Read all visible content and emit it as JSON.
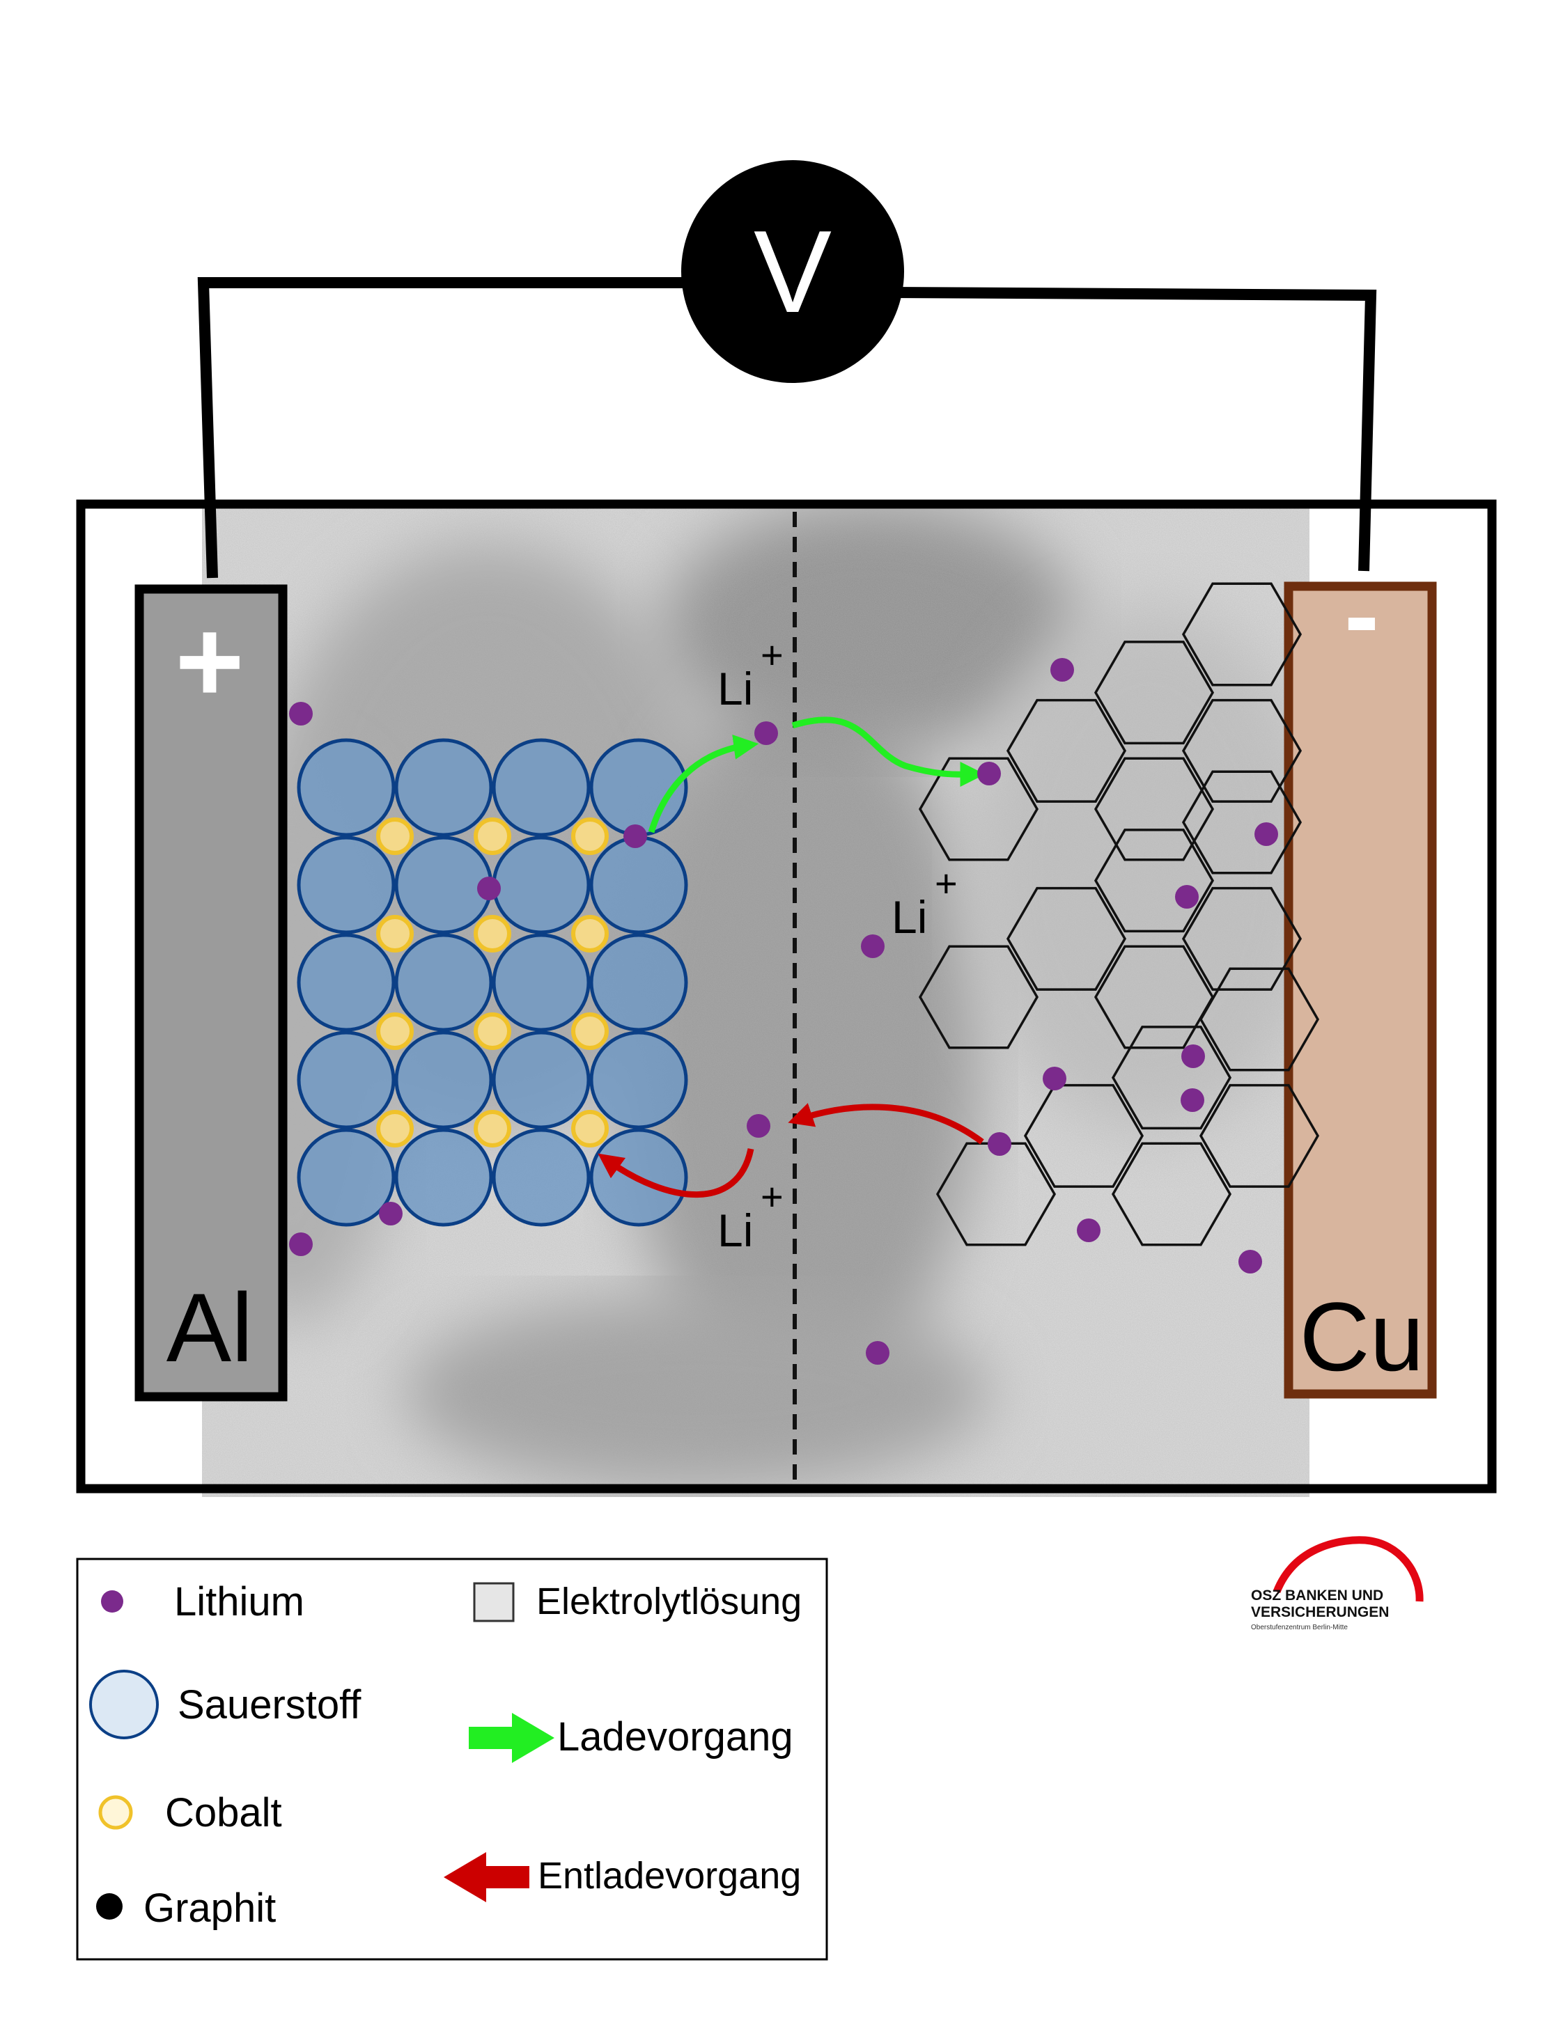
{
  "voltmeter": {
    "symbol": "V"
  },
  "electrodes": {
    "positive": {
      "sign": "+",
      "material": "Al"
    },
    "negative": {
      "sign": "-",
      "material": "Cu"
    }
  },
  "ion_labels": [
    {
      "base": "Li",
      "charge": "+"
    },
    {
      "base": "Li",
      "charge": "+"
    },
    {
      "base": "Li",
      "charge": "+"
    }
  ],
  "legend": {
    "items": [
      {
        "label": "Lithium",
        "symbol": "lithium-dot"
      },
      {
        "label": "Sauerstoff",
        "symbol": "oxygen-circle"
      },
      {
        "label": "Cobalt",
        "symbol": "cobalt-ring"
      },
      {
        "label": "Graphit",
        "symbol": "graphite-dot"
      },
      {
        "label": "Elektrolytlösung",
        "symbol": "electrolyte-square"
      },
      {
        "label": "Ladevorgang",
        "symbol": "green-arrow"
      },
      {
        "label": "Entladevorgang",
        "symbol": "red-arrow"
      }
    ]
  },
  "logo": {
    "line1": "OSZ BANKEN UND",
    "line2": "VERSICHERUNGEN",
    "line3": "Oberstufenzentrum Berlin-Mitte"
  },
  "colors": {
    "lithium": "#7b2a8c",
    "oxygen_fill": "#6f98c4",
    "oxygen_stroke": "#0b3f86",
    "cobalt": "#f0c22a",
    "charge_arrow": "#22ee22",
    "discharge_arrow": "#cc0000",
    "anode_electrode": "#9a9a9a",
    "cathode_electrode": "#d8b59e",
    "cathode_border": "#6e2e0e",
    "logo_red": "#e30613"
  }
}
